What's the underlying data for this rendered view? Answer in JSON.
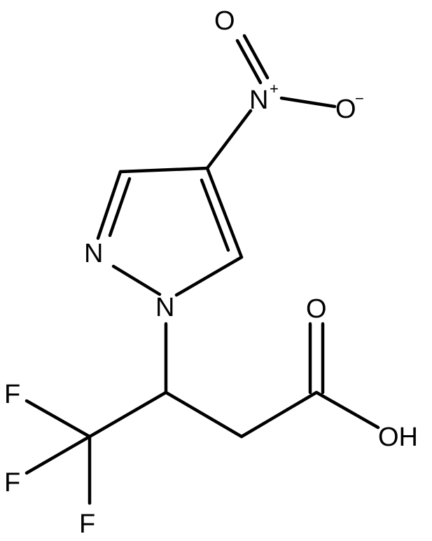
{
  "molecule": {
    "atoms": {
      "nitro_o_top": "O",
      "nitro_n": "N",
      "nitro_plus": "+",
      "nitro_o_minus": "O",
      "nitro_minus": "−",
      "pyrazole_n2": "N",
      "pyrazole_n1": "N",
      "carbonyl_o": "O",
      "hydroxyl": "OH",
      "fluorine_1": "F",
      "fluorine_2": "F",
      "fluorine_3": "F"
    }
  }
}
